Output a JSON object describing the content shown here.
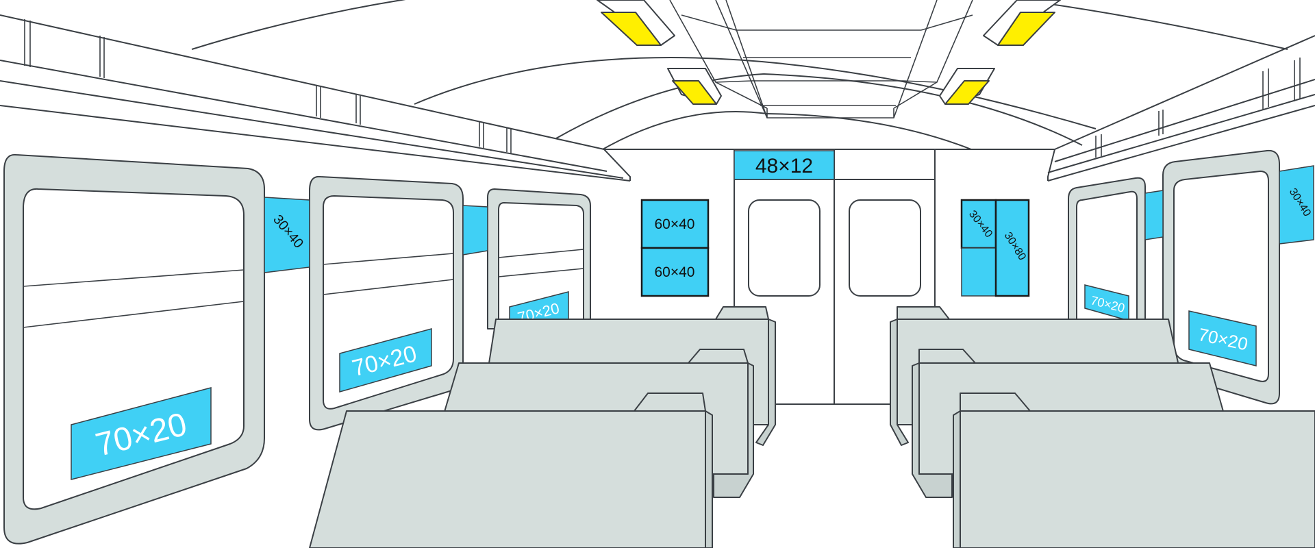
{
  "colors": {
    "ad_panel": "#40d0f5",
    "lamp": "#ffef00",
    "seat_and_frame": "#d5dedc",
    "outline": "#3a3f44",
    "background": "#ffffff"
  },
  "ads": {
    "door_header": "48×12",
    "end_wall_left_top": "60×40",
    "end_wall_left_bottom": "60×40",
    "end_wall_right_small": "30×40",
    "end_wall_right_tall": "30×80",
    "left_side_1": "30×40",
    "right_side_1": "30×40",
    "window_left_1": "70×20",
    "window_left_2": "70×20",
    "window_left_3": "70×20",
    "window_right_1": "70×20",
    "window_right_2": "70×20"
  }
}
